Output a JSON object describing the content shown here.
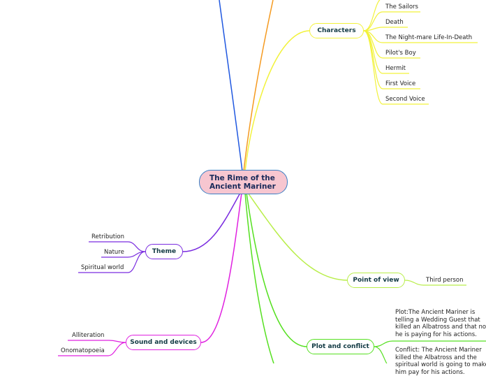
{
  "central": {
    "title": "The Rime of the Ancient Mariner"
  },
  "colors": {
    "characters": "#f2f23a",
    "point_of_view": "#b9ee4a",
    "plot": "#55e020",
    "sound": "#e020e0",
    "theme": "#7a2ce0",
    "blue_branch": "#2058e0",
    "orange_branch": "#f59a20",
    "central_fill": "#f7c6d0",
    "central_border": "#3b7fc4"
  },
  "characters": {
    "label": "Characters",
    "items": [
      "The Sailors",
      "Death",
      "The Night-mare Life-In-Death",
      "Pilot's Boy",
      "Hermit",
      "First Voice",
      "Second Voice"
    ]
  },
  "point_of_view": {
    "label": "Point of view",
    "items": [
      "Third person"
    ]
  },
  "plot": {
    "label": "Plot and conflict",
    "plot_text": "Plot:The Ancient Mariner is telling a Wedding Guest that killed an Albatross and that now he is paying for his actions.",
    "conflict_text": "Conflict: The Ancient Mariner killed the Albatross and the spiritual world is going to make him pay for his actions."
  },
  "theme": {
    "label": "Theme",
    "items": [
      "Retribution",
      "Nature",
      "Spiritual world"
    ]
  },
  "sound": {
    "label": "Sound and devices",
    "items": [
      "Alliteration",
      "Onomatopoeia"
    ]
  }
}
